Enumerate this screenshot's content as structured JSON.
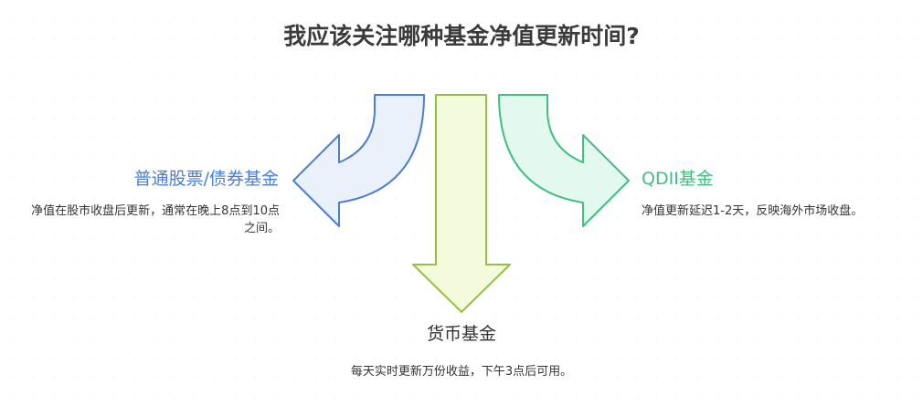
{
  "title": "我应该关注哪种基金净值更新时间?",
  "branches": {
    "left": {
      "label": "普通股票/债券基金",
      "description": "净值在股市收盘后更新，通常在晚上8点到10点之间。"
    },
    "bottom": {
      "label": "货币基金",
      "description": "每天实时更新万份收益，下午3点后可用。"
    },
    "right": {
      "label": "QDII基金",
      "description": "净值更新延迟1-2天，反映海外市场收盘。"
    }
  },
  "colors": {
    "left_stroke": "#4a7fd4",
    "left_fill": "#eaf1fb",
    "bottom_stroke": "#93c244",
    "bottom_fill": "#f3fbdc",
    "right_stroke": "#3fbf80",
    "right_fill": "#e3f8ef",
    "title_text": "#3b3b3b"
  }
}
